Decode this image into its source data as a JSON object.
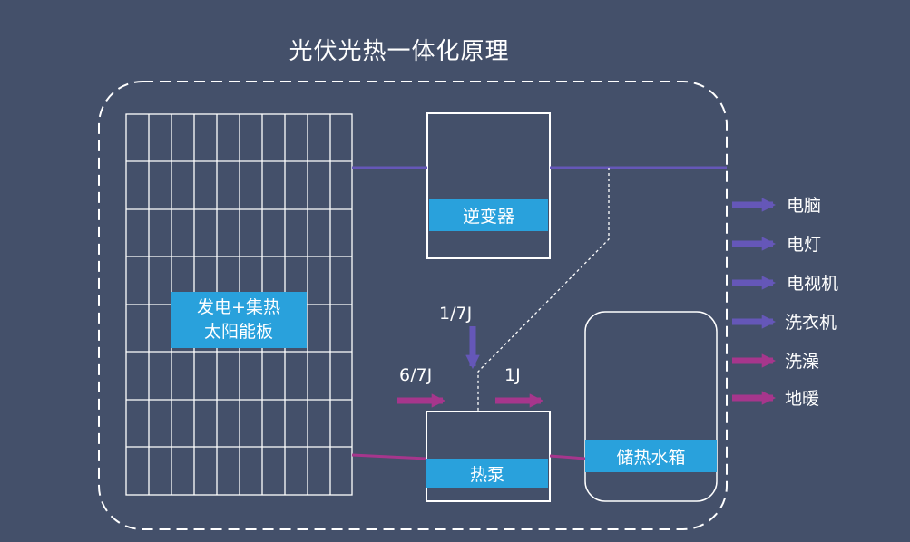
{
  "title": "光伏光热一体化原理",
  "panel": {
    "line1": "发电+集热",
    "line2": "太阳能板"
  },
  "inverter": {
    "label": "逆变器"
  },
  "heat_pump": {
    "label": "热泵"
  },
  "tank": {
    "label": "储热水箱"
  },
  "ratios": {
    "top": "1/7J",
    "left": "6/7J",
    "right": "1J"
  },
  "loads": [
    {
      "label": "电脑",
      "type": "electric"
    },
    {
      "label": "电灯",
      "type": "electric"
    },
    {
      "label": "电视机",
      "type": "electric"
    },
    {
      "label": "洗衣机",
      "type": "electric"
    },
    {
      "label": "洗澡",
      "type": "thermal"
    },
    {
      "label": "地暖",
      "type": "thermal"
    }
  ],
  "colors": {
    "background": "#44506a",
    "electric": "#6557b8",
    "thermal": "#a6368c",
    "label_box": "#29a1dc",
    "outline": "#ffffff"
  }
}
